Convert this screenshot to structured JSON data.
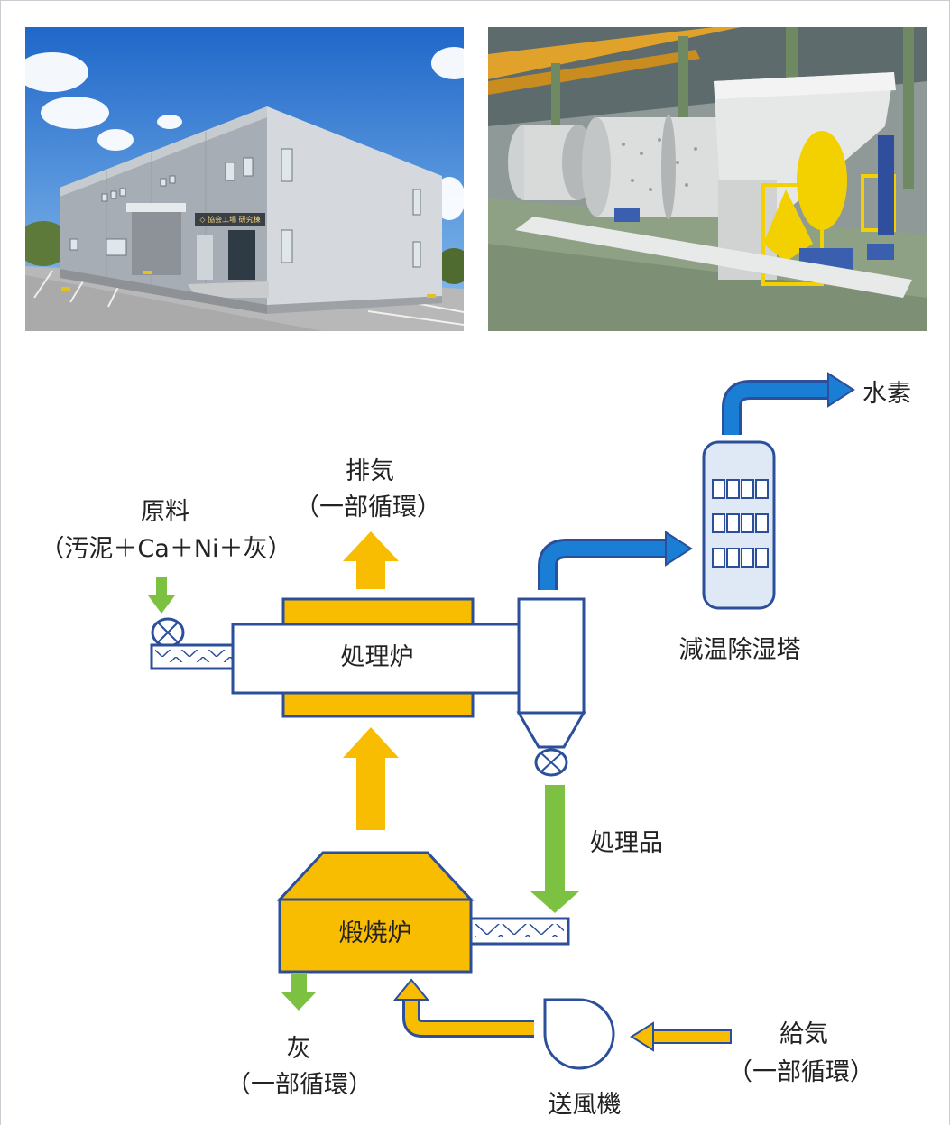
{
  "building_sign": "◇ 協会工場 研究棟",
  "labels": {
    "raw_material_title": "原料",
    "raw_material_detail": "（汚泥＋Ca＋Ni＋灰）",
    "exhaust_title": "排気",
    "exhaust_detail": "（一部循環）",
    "hydrogen": "水素",
    "processing_furnace": "処理炉",
    "cooling_tower": "減温除湿塔",
    "processed_product": "処理品",
    "calcination_furnace": "煅焼炉",
    "ash_title": "灰",
    "ash_detail": "（一部循環）",
    "blower": "送風機",
    "air_supply_title": "給気",
    "air_supply_detail": "（一部循環）"
  },
  "colors": {
    "furnace_yellow": "#f8bc00",
    "outline_blue": "#2b4f9a",
    "gas_blue": "#1a7fd4",
    "product_green": "#7cc142",
    "tower_fill": "#dfe8f5"
  }
}
